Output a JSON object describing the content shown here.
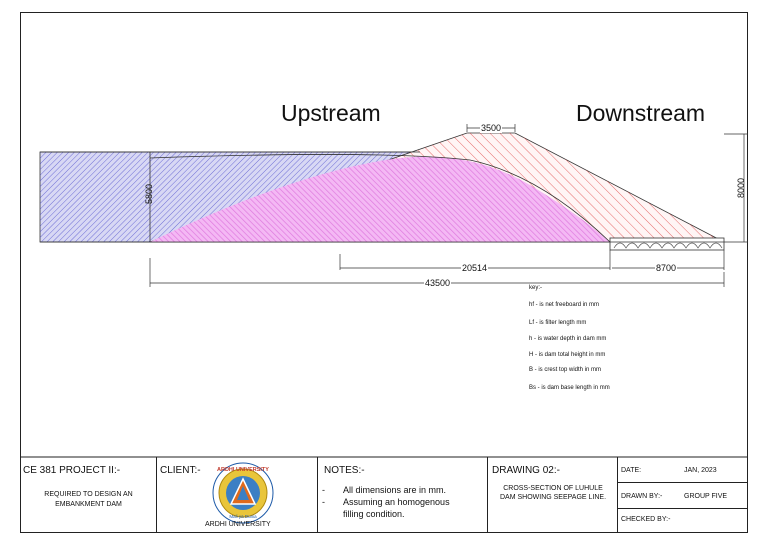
{
  "headings": {
    "upstream": "Upstream",
    "downstream": "Downstream"
  },
  "dimensions": {
    "crest_width": "3500",
    "water_depth": "5800",
    "dam_height": "8000",
    "seepage_length": "20514",
    "filter_length": "8700",
    "base_length": "43500"
  },
  "key": {
    "title": "key:-",
    "items": [
      "hf - is net freeboard in mm",
      "Lf - is filter length mm",
      "h -  is water depth in dam mm",
      "H - is dam total height in mm",
      "B - is crest top width in mm",
      "Bs - is dam base length in mm"
    ]
  },
  "title_block": {
    "project": "CE 381 PROJECT II:-",
    "project_desc_1": "REQUIRED TO DESIGN AN",
    "project_desc_2": "EMBANKMENT DAM",
    "client_label": "CLIENT:-",
    "client_name": "ARDHI UNIVERSITY",
    "logo_text_top": "ARDHI UNIVERSITY",
    "logo_text_bottom": "Mali ya Dunia",
    "notes_label": "NOTES:-",
    "notes": [
      "All dimensions are in mm.",
      "Assuming an homogenous",
      "filling condition."
    ],
    "notes_bullet": "-",
    "drawing_label": "DRAWING 02:-",
    "drawing_desc_1": "CROSS-SECTION OF LUHULE",
    "drawing_desc_2": "DAM SHOWING SEEPAGE LINE.",
    "date_label": "DATE:",
    "date_value": "JAN, 2023",
    "drawn_label": "DRAWN BY:-",
    "drawn_value": "GROUP FIVE",
    "checked_label": "CHECKED BY:-"
  },
  "colors": {
    "water": "#3a3acc",
    "dam_hatch": "#e04040",
    "seepage": "#e060e0",
    "line": "#222222"
  }
}
